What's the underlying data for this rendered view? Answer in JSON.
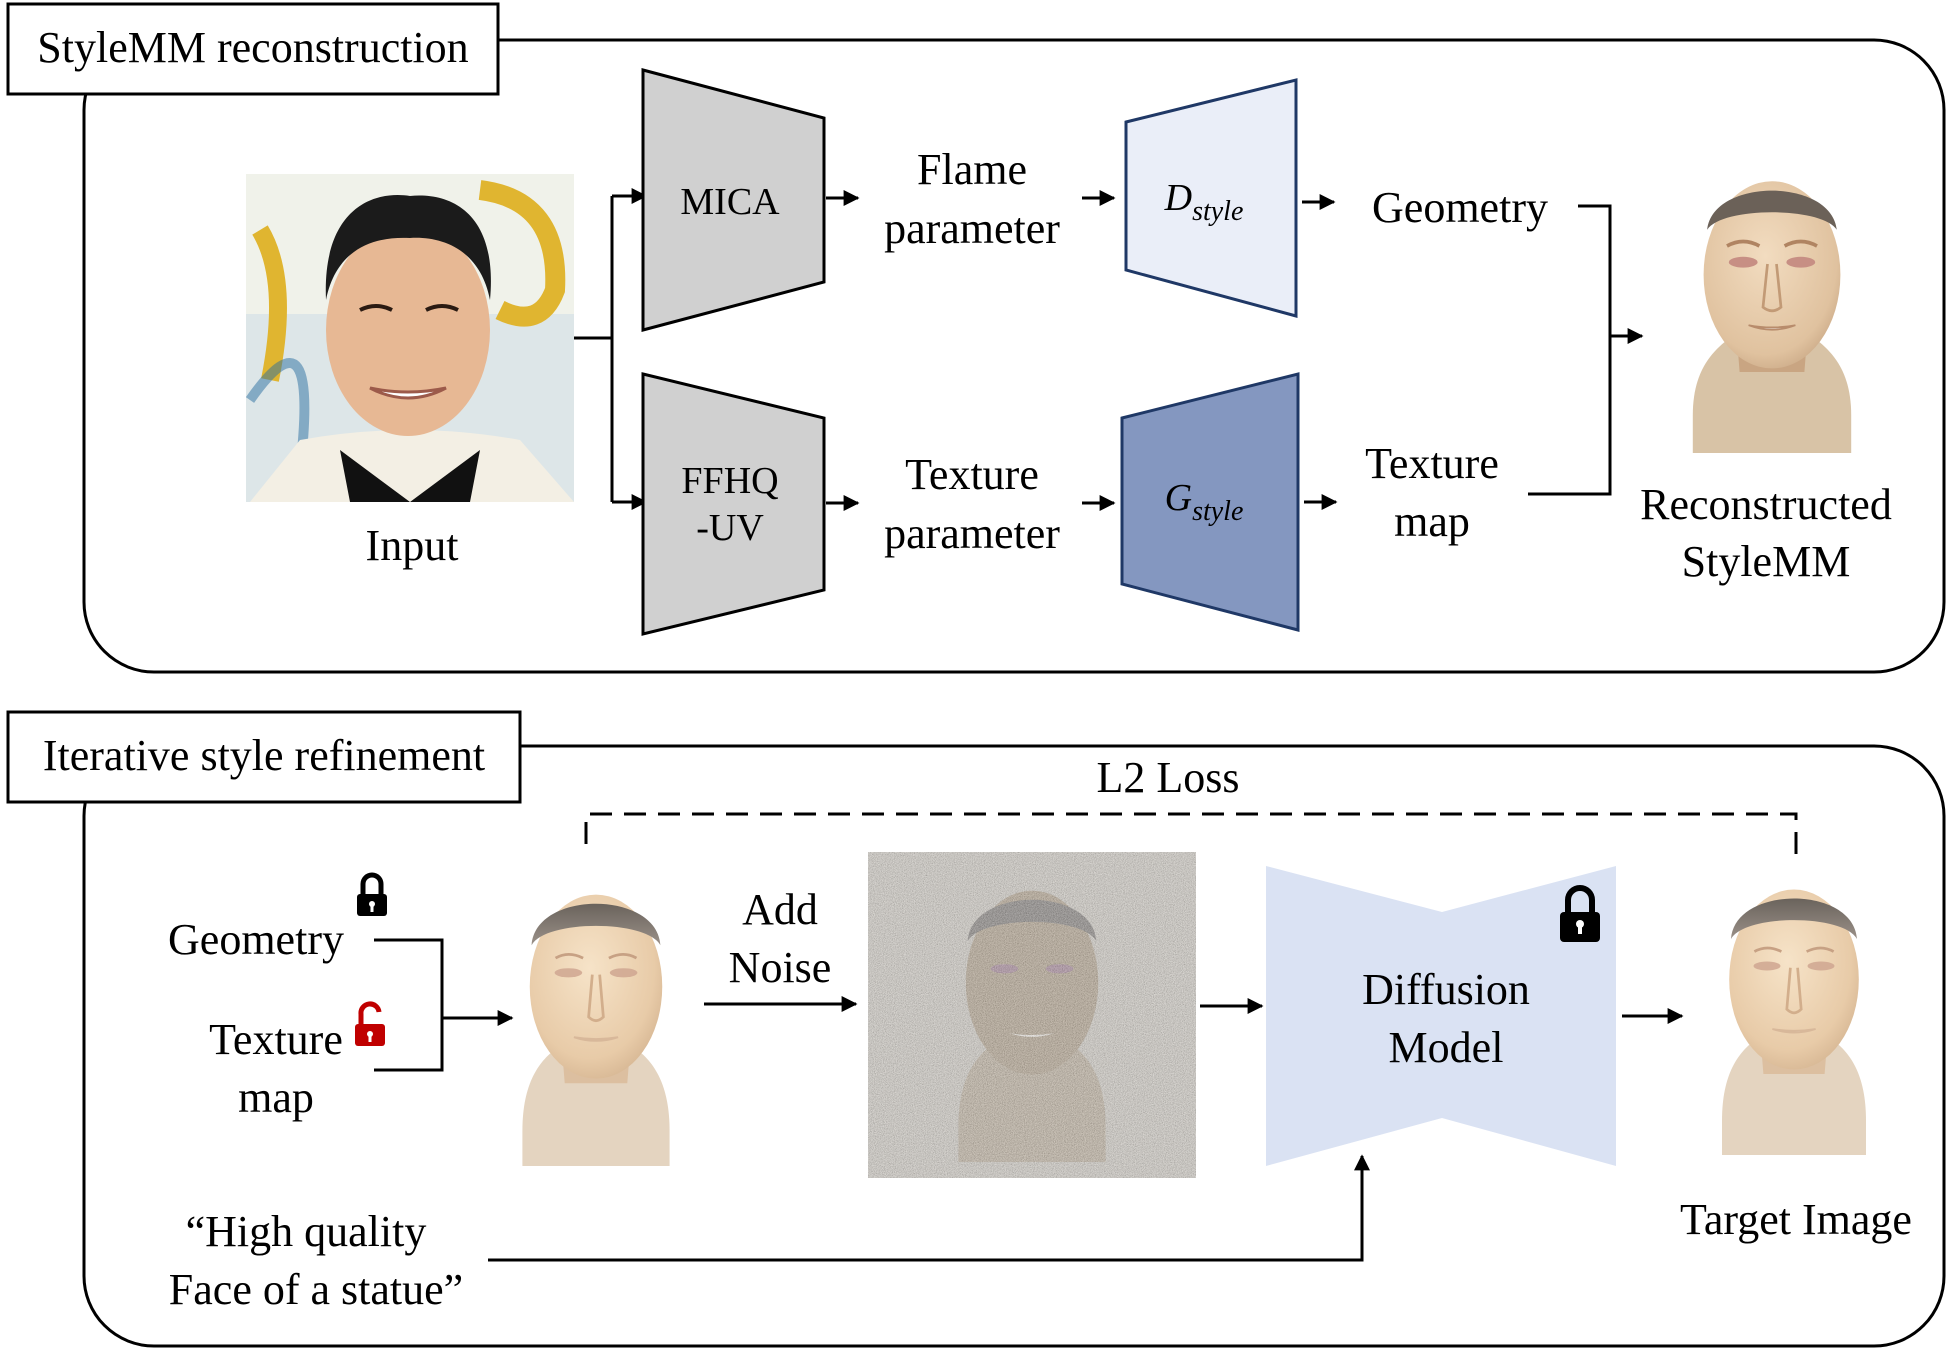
{
  "top_panel": {
    "title": "StyleMM reconstruction",
    "input_label": "Input",
    "encoders": {
      "mica": "MICA",
      "ffhq_line1": "FFHQ",
      "ffhq_line2": "-UV"
    },
    "flame_param": {
      "line1": "Flame",
      "line2": "parameter"
    },
    "texture_param": {
      "line1": "Texture",
      "line2": "parameter"
    },
    "d_style": {
      "base": "D",
      "sub": "style"
    },
    "g_style": {
      "base": "G",
      "sub": "style"
    },
    "geometry_label": "Geometry",
    "texture_map": {
      "line1": "Texture",
      "line2": "map"
    },
    "output": {
      "line1": "Reconstructed",
      "line2": "StyleMM"
    }
  },
  "bottom_panel": {
    "title": "Iterative style refinement",
    "loss_label": "L2 Loss",
    "geometry_label": "Geometry",
    "texture_map": {
      "line1": "Texture",
      "line2": "map"
    },
    "add_noise": {
      "line1": "Add",
      "line2": "Noise"
    },
    "diffusion": {
      "line1": "Diffusion",
      "line2": "Model"
    },
    "target_label": "Target Image",
    "prompt": {
      "line1": "“High quality",
      "line2": "Face of a statue”"
    },
    "lock_states": {
      "geometry": "locked",
      "texture": "unlocked",
      "diffusion": "locked"
    }
  },
  "colors": {
    "encoder_fill": "#d0d0d0",
    "d_style_fill": "#eaeef8",
    "g_style_fill": "#8497c0",
    "diffusion_fill": "#dae2f3",
    "unlock_red": "#c00000",
    "skin": "#ecd2b2"
  }
}
